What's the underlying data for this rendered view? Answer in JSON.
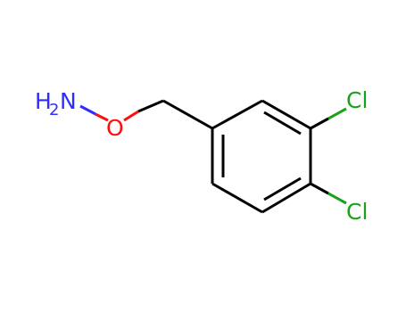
{
  "molecule": {
    "atoms": {
      "amine": {
        "symbol": "H",
        "subscript": "2",
        "element": "N",
        "color": "#2d2dff"
      },
      "oxygen": {
        "symbol": "O",
        "color": "#ff0d0d"
      },
      "chlorine_top": {
        "symbol": "Cl",
        "color": "#1aa11a"
      },
      "chlorine_bottom": {
        "symbol": "Cl",
        "color": "#1aa11a"
      }
    },
    "colors": {
      "bond": "#000000",
      "amine": "#2d2dff",
      "oxygen": "#ff0d0d",
      "chlorine": "#1aa11a"
    }
  }
}
